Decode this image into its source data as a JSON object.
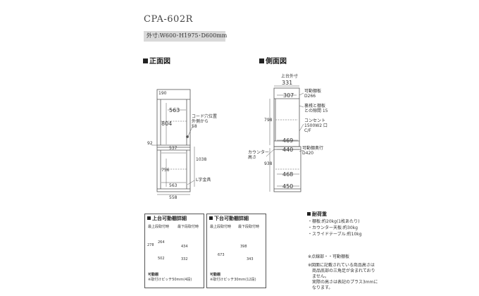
{
  "product": {
    "model": "CPA-602R",
    "outer_dims": "外寸:W600･H1975･D600mm"
  },
  "front_view": {
    "heading": "正面図",
    "dims": {
      "d190": "190",
      "d563_top": "563",
      "d804": "804",
      "d92": "92",
      "d537": "537",
      "d1038": "1038",
      "d756": "756",
      "d563_bottom": "563",
      "d558": "558"
    },
    "cord_hole_label": "コード穴位置\n外側から\n58",
    "l_bracket_label": "L字金具"
  },
  "side_view": {
    "heading": "側面図",
    "top_outer_label": "上台外寸",
    "dims": {
      "d331": "331",
      "d307": "307",
      "d798": "798",
      "d469": "469",
      "d440": "440",
      "d938": "938",
      "d468": "468",
      "d450": "450"
    },
    "callouts": {
      "movable_shelf": "可動棚板\nD266",
      "back_gap": "裏桟と棚板\nとの隙間 15",
      "outlet": "コンセント\n1500W2 口\nC/F",
      "counter_height": "カウンター\n高さ",
      "shelf_depth": "可動棚奥行\nD420"
    }
  },
  "detail_upper": {
    "title": "上台可動棚詳細",
    "col_top": "最上段取付時",
    "col_bottom": "最下段取付時",
    "dims": [
      "278",
      "264",
      "502",
      "434",
      "332"
    ],
    "note_title": "可動棚",
    "note_text": "※取付けピッチ50mm(4段)"
  },
  "detail_lower": {
    "title": "下台可動棚詳細",
    "col_top": "最上段取付時",
    "col_bottom": "最下段取付時",
    "dims": [
      "673",
      "398",
      "343"
    ],
    "note_title": "可動棚",
    "note_text": "※取付けピッチ30mm(12段)"
  },
  "load_limits": {
    "title": "耐荷重",
    "items": [
      "・棚板:約20kg(1枚あたり)",
      "・カウンター天板:約30kg",
      "・スライドテーブル:約10kg"
    ]
  },
  "notes": {
    "legend": "※点線部・・可動棚板",
    "disclaimer": [
      "※図面に記載されている商品高さは",
      "　商品底部の三角足が含まれており",
      "　ません。",
      "　実際の高さは表記のプラス3mmに",
      "　なります。"
    ]
  },
  "colors": {
    "line": "#555555",
    "dims_bar": "#d9d9d9",
    "text": "#333333"
  }
}
